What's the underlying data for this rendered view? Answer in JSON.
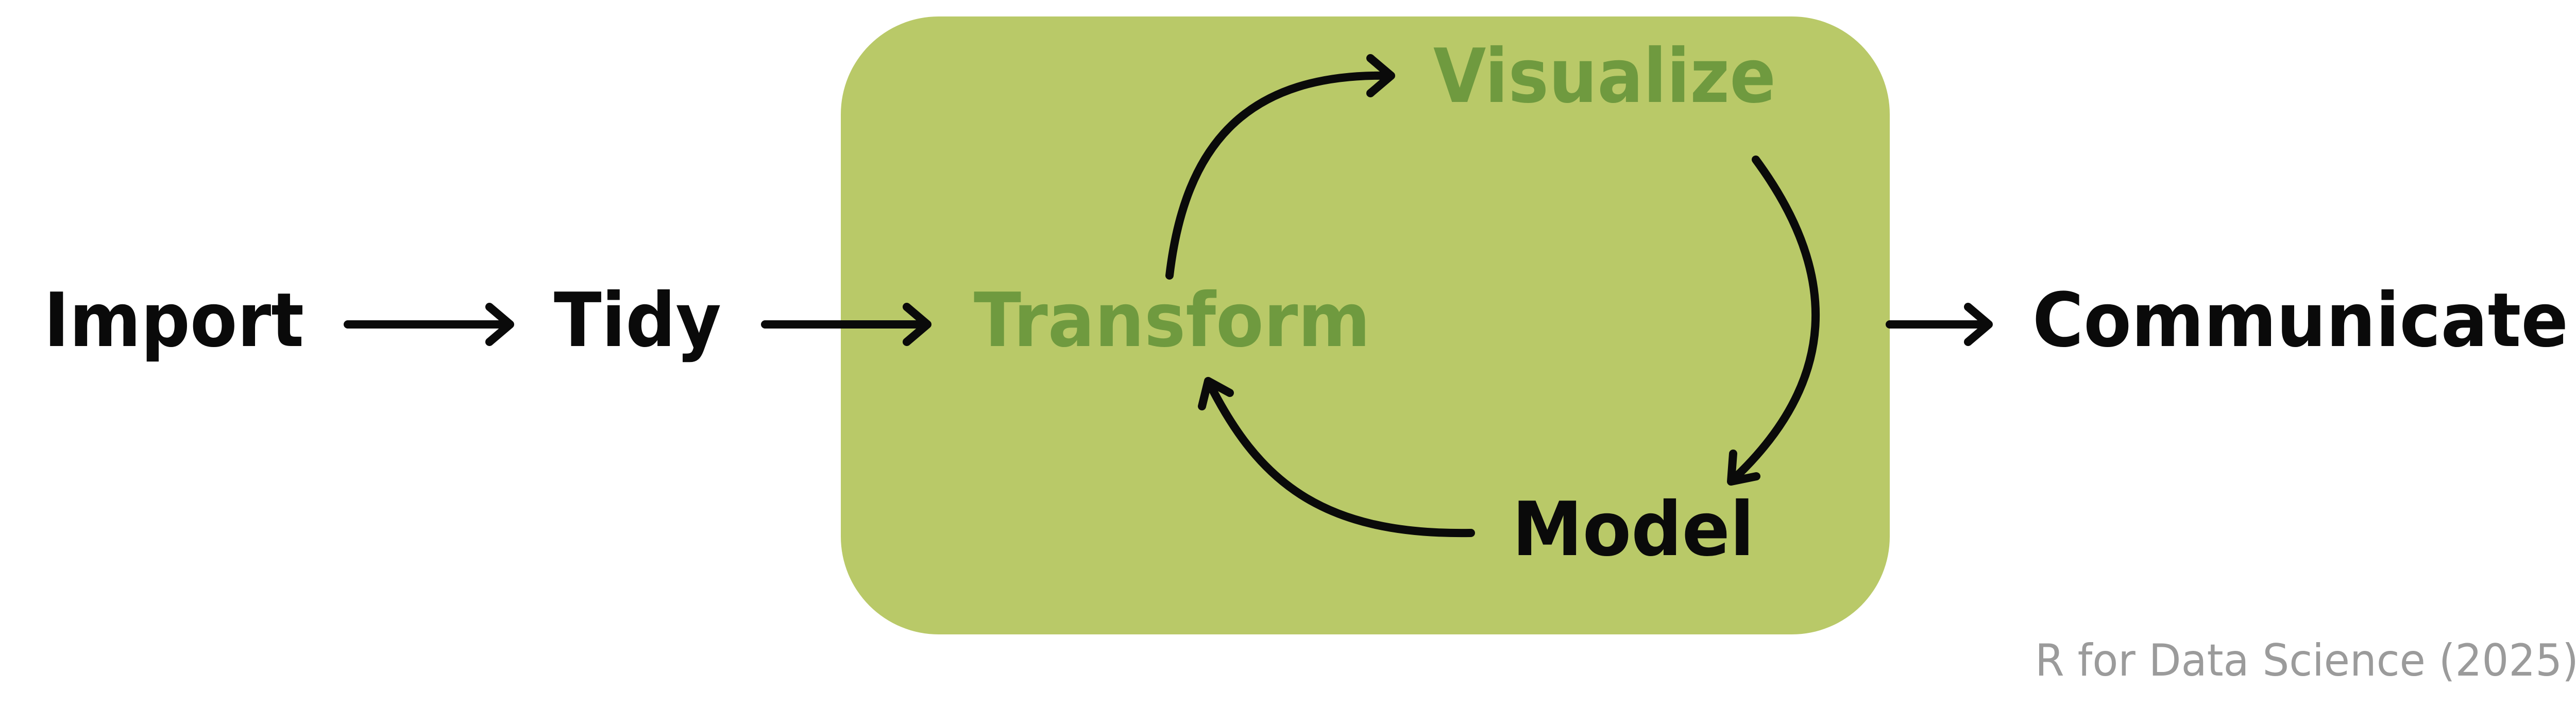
{
  "nodes": {
    "import": "Import",
    "tidy": "Tidy",
    "transform": "Transform",
    "visualize": "Visualize",
    "model": "Model",
    "communicate": "Communicate"
  },
  "caption": "R for Data Science (2025)",
  "colors": {
    "box_fill": "#B9C968",
    "highlight_text": "#6F9A3F",
    "text": "#0A0A0A",
    "arrow": "#0A0A0A",
    "caption": "#9B9B9B"
  }
}
